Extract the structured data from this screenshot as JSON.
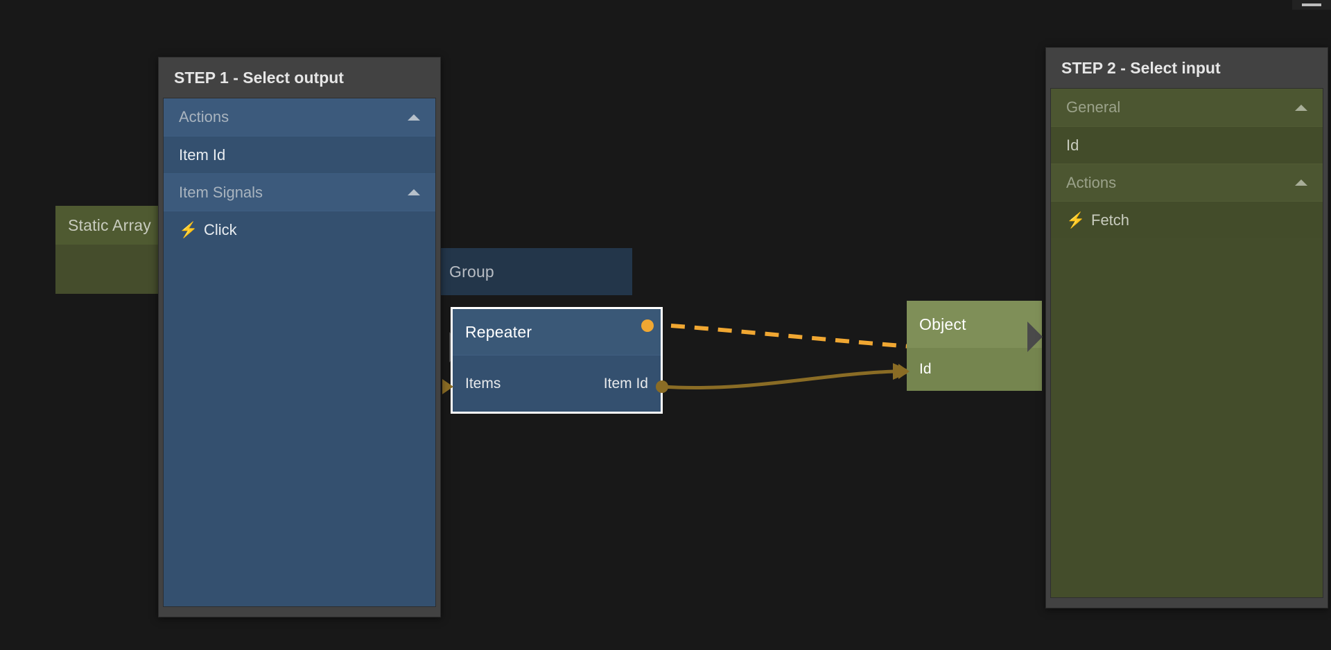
{
  "canvas": {
    "background": "#181818"
  },
  "window_chrome": {
    "menu_icon": "hamburger-menu-icon"
  },
  "graph": {
    "nodes": [
      {
        "title": "Static Array",
        "type": "array-node",
        "theme": "#4d5730"
      },
      {
        "title": "Group",
        "type": "group-node",
        "theme": "#23364a"
      },
      {
        "title": "Repeater",
        "type": "repeater-node",
        "theme": "#34506f",
        "selected": true,
        "input_port": "Items",
        "output_port": "Item Id"
      },
      {
        "title": "Object",
        "type": "object-node",
        "theme": "#7b8b55",
        "highlighted": true,
        "input_port": "Id"
      }
    ],
    "connections": [
      {
        "name": "signal-connection",
        "style": "dashed",
        "color": "#f0a732",
        "from": "Repeater.Click",
        "to": "Object.Fetch"
      },
      {
        "name": "data-connection",
        "style": "solid",
        "color": "#8a6c25",
        "from": "Repeater.Item Id",
        "to": "Object.Id"
      }
    ]
  },
  "step1": {
    "title": "STEP 1 - Select output",
    "accent": "#34506f",
    "rows": [
      {
        "label": "Actions",
        "kind": "group",
        "caret": "chevron-up-icon",
        "icon": ""
      },
      {
        "label": "Item Id",
        "kind": "item",
        "caret": "",
        "icon": ""
      },
      {
        "label": "Item Signals",
        "kind": "group",
        "caret": "chevron-up-icon",
        "icon": ""
      },
      {
        "label": "Click",
        "kind": "item",
        "caret": "",
        "icon": "⚡"
      }
    ]
  },
  "step2": {
    "title": "STEP 2 - Select input",
    "accent": "#444d2b",
    "rows": [
      {
        "label": "General",
        "kind": "group",
        "caret": "chevron-up-icon",
        "icon": ""
      },
      {
        "label": "Id",
        "kind": "item",
        "caret": "",
        "icon": ""
      },
      {
        "label": "Actions",
        "kind": "group",
        "caret": "chevron-up-icon",
        "icon": ""
      },
      {
        "label": "Fetch",
        "kind": "item",
        "caret": "",
        "icon": "⚡"
      }
    ]
  }
}
